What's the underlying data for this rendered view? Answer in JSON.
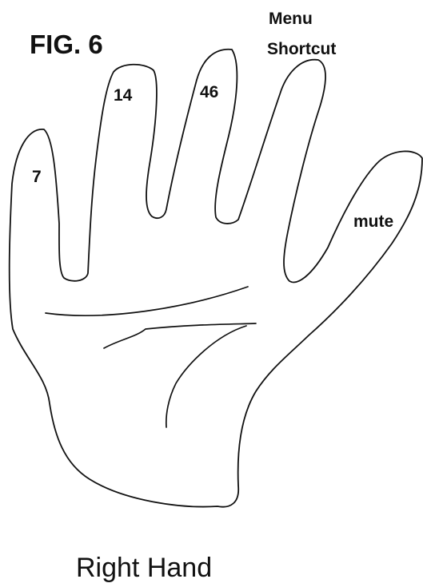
{
  "figure": {
    "title": "FIG. 6",
    "caption": "Right Hand",
    "fingers": {
      "pinky": "7",
      "ring": "14",
      "middle": "46",
      "index_line1": "Menu",
      "index_line2": "Shortcut",
      "thumb": "mute"
    }
  }
}
